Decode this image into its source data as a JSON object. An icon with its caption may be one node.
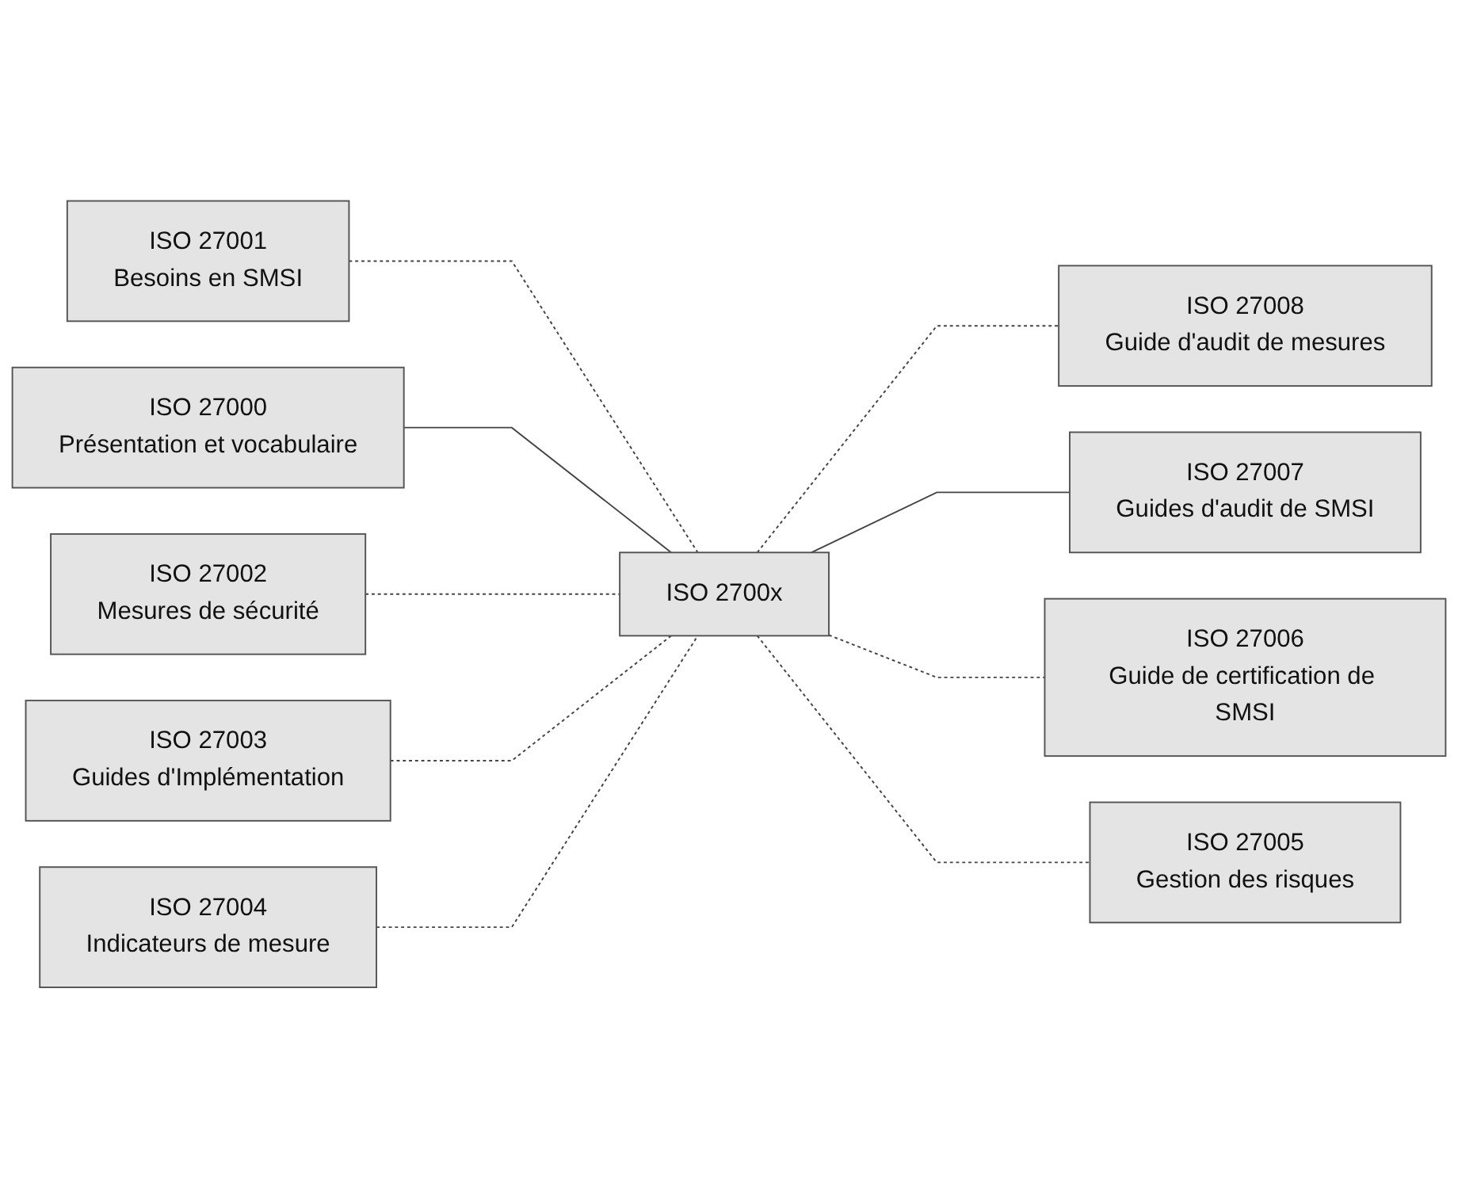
{
  "diagram": {
    "nodes": [
      {
        "text": [
          "ISO 27001",
          "Besoins en SMSI"
        ]
      },
      {
        "text": [
          "ISO 27000",
          "Présentation et vocabulaire"
        ]
      },
      {
        "text": [
          "ISO 27008",
          "Guide d'audit de mesures"
        ]
      },
      {
        "text": [
          "ISO 27002",
          "Mesures de sécurité"
        ]
      },
      {
        "text": [
          "ISO 2700x"
        ]
      },
      {
        "text": [
          "ISO 27007",
          "Guides d'audit de SMSI"
        ]
      },
      {
        "text": [
          "ISO 27003",
          "Guides d'Implémentation"
        ]
      },
      {
        "text": [
          "ISO 27006",
          "Guide de certification de SMSI"
        ]
      },
      {
        "text": [
          "ISO 27004",
          "Indicateurs de mesure"
        ]
      },
      {
        "text": [
          "ISO 27005",
          "Gestion des risques"
        ]
      }
    ],
    "edges": [
      {
        "from": 0,
        "to": 4,
        "arrow": "none",
        "style": "dashed"
      },
      {
        "from": 1,
        "to": 4,
        "arrow": "none"
      },
      {
        "from": 4,
        "to": 2,
        "arrow": "none",
        "style": "dashed"
      },
      {
        "from": 3,
        "to": 4,
        "arrow": "none",
        "style": "dashed"
      },
      {
        "from": 4,
        "to": 5,
        "arrow": "none"
      },
      {
        "from": 6,
        "to": 4,
        "arrow": "none",
        "style": "dashed"
      },
      {
        "from": 4,
        "to": 7,
        "arrow": "none",
        "style": "dashed"
      },
      {
        "from": 8,
        "to": 4,
        "arrow": "none",
        "style": "dashed"
      },
      {
        "from": 4,
        "to": 9,
        "arrow": "none",
        "style": "dashed"
      }
    ]
  }
}
